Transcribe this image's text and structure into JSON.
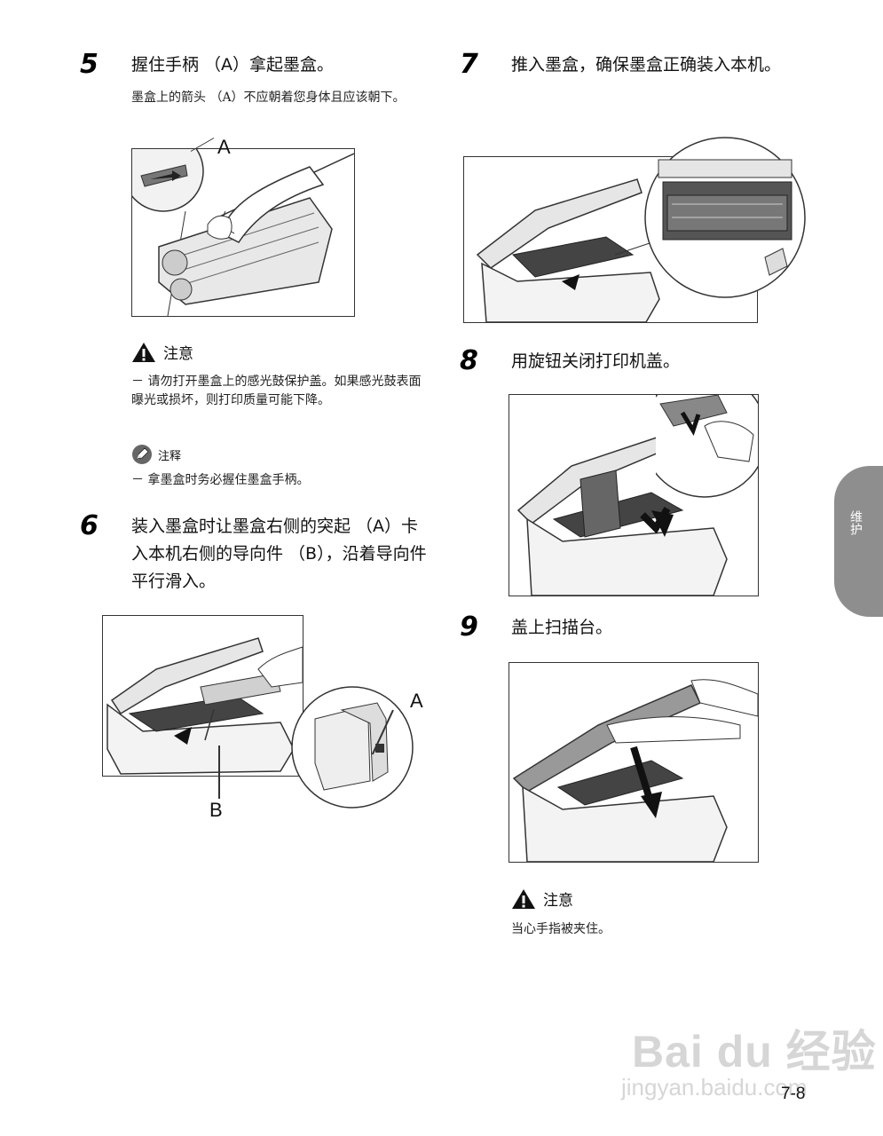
{
  "step5": {
    "number": "5",
    "title": "握住手柄 （A）拿起墨盒。",
    "body": "墨盒上的箭头 （A）不应朝着您身体且应该朝下。",
    "fig_label_a": "A"
  },
  "caution1": {
    "title": "注意",
    "text": "－ 请勿打开墨盒上的感光鼓保护盖。如果感光鼓表面曝光或损坏，则打印质量可能下降。"
  },
  "note1": {
    "title": "注释",
    "text": "－ 拿墨盒时务必握住墨盒手柄。"
  },
  "step6": {
    "number": "6",
    "title": "装入墨盒时让墨盒右侧的突起 （A）卡入本机右侧的导向件 （B），沿着导向件平行滑入。",
    "fig_label_a": "A",
    "fig_label_b": "B"
  },
  "step7": {
    "number": "7",
    "title": "推入墨盒，确保墨盒正确装入本机。"
  },
  "step8": {
    "number": "8",
    "title": "用旋钮关闭打印机盖。"
  },
  "step9": {
    "number": "9",
    "title": "盖上扫描台。"
  },
  "caution2": {
    "title": "注意",
    "text": "当心手指被夹住。"
  },
  "side_tab": {
    "label": "维护"
  },
  "page_number": "7-8",
  "watermark": {
    "logo": "Bai du 经验",
    "url": "jingyan.baidu.com"
  },
  "icons": {
    "caution": "warning-triangle-icon",
    "note": "pencil-icon"
  }
}
